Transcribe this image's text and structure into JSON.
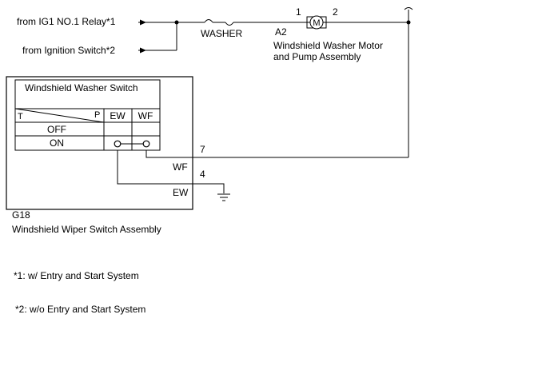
{
  "inputs": {
    "ig1_relay": "from IG1 NO.1 Relay*1",
    "ignition_switch": "from Ignition Switch*2"
  },
  "fuse": {
    "label": "WASHER"
  },
  "motor": {
    "code": "A2",
    "symbol": "M",
    "pin_left": "1",
    "pin_right": "2",
    "name_line1": "Windshield Washer Motor",
    "name_line2": "and Pump Assembly"
  },
  "switch_table": {
    "title": "Windshield Washer Switch",
    "corner_t": "T",
    "corner_p": "P",
    "columns": [
      "EW",
      "WF"
    ],
    "rows": [
      "OFF",
      "ON"
    ]
  },
  "connector": {
    "code": "G18",
    "name": "Windshield Wiper Switch Assembly",
    "pin_wf": "7",
    "label_wf": "WF",
    "pin_ew": "4",
    "label_ew": "EW"
  },
  "notes": {
    "note1": "*1: w/ Entry and Start System",
    "note2": "*2: w/o Entry and Start System"
  }
}
